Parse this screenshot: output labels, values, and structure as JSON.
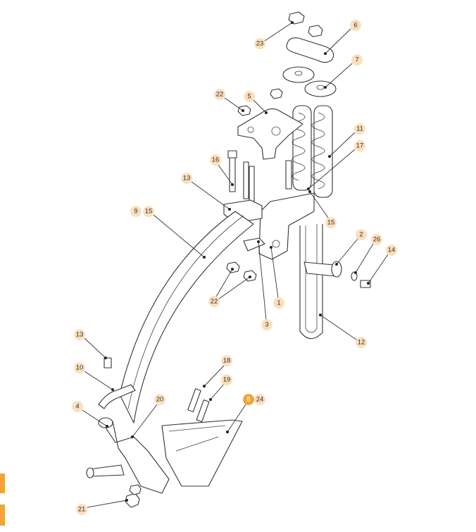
{
  "diagram": {
    "type": "exploded-parts-diagram",
    "callouts": {
      "c23": "23",
      "c6": "6",
      "c7": "7",
      "c22a": "22",
      "c5": "5",
      "c11": "11",
      "c17": "17",
      "c16": "16",
      "c13a": "13",
      "c9": "9",
      "c15a": "15",
      "c15b": "15",
      "c2": "2",
      "c26": "26",
      "c14": "14",
      "c22b": "22",
      "c1": "1",
      "c3": "3",
      "c12": "12",
      "c13b": "13",
      "c10": "10",
      "c18": "18",
      "c19": "19",
      "c8": "8",
      "c24": "24",
      "c20": "20",
      "c4": "4",
      "c21": "21"
    },
    "highlighted_callout": "8"
  },
  "colors": {
    "callout_fill": "#fbe0bd",
    "highlight": "#f0a43a",
    "line": "#333333"
  }
}
